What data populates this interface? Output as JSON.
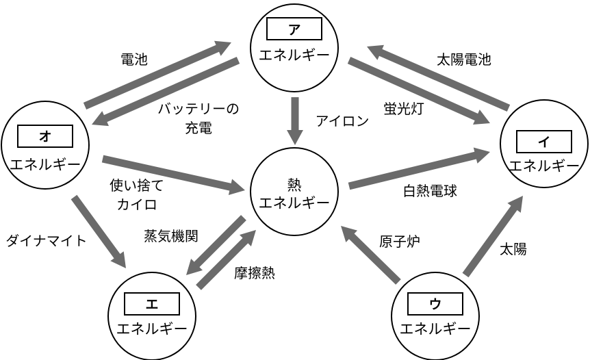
{
  "colors": {
    "arrow": "#6b6b6b",
    "stroke": "#000000",
    "background": "#ffffff"
  },
  "nodes": {
    "a": {
      "box": "ア",
      "label": "エネルギー"
    },
    "i": {
      "box": "イ",
      "label": "エネルギー"
    },
    "u": {
      "box": "ウ",
      "label": "エネルギー"
    },
    "e": {
      "box": "エ",
      "label": "エネルギー"
    },
    "o": {
      "box": "オ",
      "label": "エネルギー"
    },
    "heat": {
      "line1": "熱",
      "line2": "エネルギー"
    }
  },
  "arrows": {
    "denchi": "電池",
    "battery_charge": [
      "バッテリーの",
      "充電"
    ],
    "solar_cell": "太陽電池",
    "firefly": "蛍光灯",
    "iron": "アイロン",
    "kairo": [
      "使い捨て",
      "カイロ"
    ],
    "incandescent": "白熱電球",
    "dynamite": "ダイナマイト",
    "steam_engine": "蒸気機関",
    "friction_heat": "摩擦熱",
    "reactor": "原子炉",
    "sun": "太陽"
  }
}
